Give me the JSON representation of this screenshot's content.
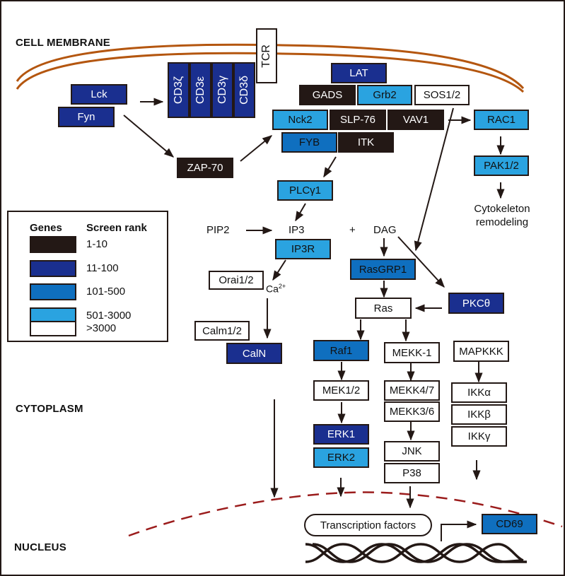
{
  "regions": {
    "cell_membrane": "CELL MEMBRANE",
    "cytoplasm": "CYTOPLASM",
    "nucleus": "NUCLEUS"
  },
  "legend": {
    "header_genes": "Genes",
    "header_rank": "Screen rank",
    "items": [
      {
        "range": "1-10",
        "color": "#231815"
      },
      {
        "range": "11-100",
        "color": "#1a2f8f"
      },
      {
        "range": "101-500",
        "color": "#0f6fbf"
      },
      {
        "range": "501-3000",
        "color": "#2aa3e0"
      },
      {
        "range": ">3000",
        "color": "#ffffff"
      }
    ]
  },
  "genes": {
    "tcr": {
      "label": "TCR",
      "rank": ">3000"
    },
    "cd3z": {
      "label": "CD3ζ",
      "rank": "11-100"
    },
    "cd3e": {
      "label": "CD3ε",
      "rank": "11-100"
    },
    "cd3g": {
      "label": "CD3γ",
      "rank": "11-100"
    },
    "cd3d": {
      "label": "CD3δ",
      "rank": "11-100"
    },
    "lck": {
      "label": "Lck",
      "rank": "11-100"
    },
    "fyn": {
      "label": "Fyn",
      "rank": "11-100"
    },
    "zap70": {
      "label": "ZAP-70",
      "rank": "1-10"
    },
    "lat": {
      "label": "LAT",
      "rank": "11-100"
    },
    "gads": {
      "label": "GADS",
      "rank": "1-10"
    },
    "grb2": {
      "label": "Grb2",
      "rank": "501-3000"
    },
    "sos": {
      "label": "SOS1/2",
      "rank": ">3000"
    },
    "nck2": {
      "label": "Nck2",
      "rank": "501-3000"
    },
    "slp76": {
      "label": "SLP-76",
      "rank": "1-10"
    },
    "vav1": {
      "label": "VAV1",
      "rank": "1-10"
    },
    "fyb": {
      "label": "FYB",
      "rank": "101-500"
    },
    "itk": {
      "label": "ITK",
      "rank": "1-10"
    },
    "rac1": {
      "label": "RAC1",
      "rank": "501-3000"
    },
    "pak": {
      "label": "PAK1/2",
      "rank": "501-3000"
    },
    "plcg1": {
      "label": "PLCγ1",
      "rank": "501-3000"
    },
    "ip3r": {
      "label": "IP3R",
      "rank": "501-3000"
    },
    "orai": {
      "label": "Orai1/2",
      "rank": ">3000"
    },
    "calm": {
      "label": "Calm1/2",
      "rank": ">3000"
    },
    "caln": {
      "label": "CalN",
      "rank": "11-100"
    },
    "rasgrp1": {
      "label": "RasGRP1",
      "rank": "101-500"
    },
    "pkct": {
      "label": "PKCθ",
      "rank": "11-100"
    },
    "ras": {
      "label": "Ras",
      "rank": ">3000"
    },
    "raf1": {
      "label": "Raf1",
      "rank": "101-500"
    },
    "mekk1": {
      "label": "MEKK-1",
      "rank": ">3000"
    },
    "mapkkk": {
      "label": "MAPKKK",
      "rank": ">3000"
    },
    "mek12": {
      "label": "MEK1/2",
      "rank": ">3000"
    },
    "mekk47": {
      "label": "MEKK4/7",
      "rank": ">3000"
    },
    "mekk36": {
      "label": "MEKK3/6",
      "rank": ">3000"
    },
    "ikka": {
      "label": "IKKα",
      "rank": ">3000"
    },
    "ikkb": {
      "label": "IKKβ",
      "rank": ">3000"
    },
    "ikkg": {
      "label": "IKKγ",
      "rank": ">3000"
    },
    "erk1": {
      "label": "ERK1",
      "rank": "11-100"
    },
    "erk2": {
      "label": "ERK2",
      "rank": "501-3000"
    },
    "jnk": {
      "label": "JNK",
      "rank": ">3000"
    },
    "p38": {
      "label": "P38",
      "rank": ">3000"
    },
    "cd69": {
      "label": "CD69",
      "rank": "101-500"
    }
  },
  "labels": {
    "pip2": "PIP2",
    "ip3": "IP3",
    "plus": "+",
    "dag": "DAG",
    "ca": "Ca",
    "ca_sup": "2+",
    "cyto1": "Cytokeleton",
    "cyto2": "remodeling",
    "tf": "Transcription factors"
  },
  "colors": {
    "membrane": "#b4560f",
    "nuclear_envelope": "#9b1c1c",
    "arrow": "#231815"
  }
}
